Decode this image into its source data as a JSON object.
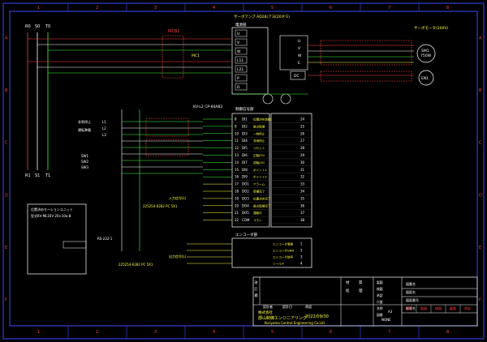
{
  "frame": {
    "cols": [
      "1",
      "2",
      "3",
      "4",
      "5",
      "6",
      "7",
      "8"
    ],
    "rows": [
      "A",
      "B",
      "C",
      "D",
      "E",
      "F"
    ]
  },
  "power": {
    "lines": [
      "R0",
      "S0",
      "T0"
    ],
    "lines_bottom": [
      "R1",
      "S1",
      "T1"
    ]
  },
  "servo_amp": {
    "title": "サーボアンプ AD28(アヨ(20ネ'E)",
    "block_label": "電源部",
    "pwr_terminals": [
      "U",
      "V",
      "W",
      "L11",
      "L21",
      "P",
      "D"
    ],
    "motor_terminals": [
      "U",
      "V",
      "W",
      "E"
    ],
    "control_block": "制御信号部",
    "io_pins": [
      {
        "pin": "8",
        "sig": "DI1",
        "fn": "位置決め始動",
        "code": "24"
      },
      {
        "pin": "9",
        "sig": "DI2",
        "fn": "原点復帰",
        "code": "25"
      },
      {
        "pin": "10",
        "sig": "DI3",
        "fn": "一時停止",
        "code": "26"
      },
      {
        "pin": "11",
        "sig": "DI4",
        "fn": "非常停止",
        "code": "27"
      },
      {
        "pin": "12",
        "sig": "DI5",
        "fn": "リセット",
        "code": "28"
      },
      {
        "pin": "13",
        "sig": "DI6",
        "fn": "正転JOG",
        "code": "29"
      },
      {
        "pin": "14",
        "sig": "DI7",
        "fn": "逆転JOG",
        "code": "30"
      },
      {
        "pin": "15",
        "sig": "DI8",
        "fn": "ポイント1",
        "code": "31"
      },
      {
        "pin": "16",
        "sig": "DI9",
        "fn": "ポイント2",
        "code": "32"
      },
      {
        "pin": "17",
        "sig": "DO1",
        "fn": "アラーム",
        "code": "33"
      },
      {
        "pin": "18",
        "sig": "DO2",
        "fn": "準備完了",
        "code": "34"
      },
      {
        "pin": "19",
        "sig": "DO3",
        "fn": "位置決め完了",
        "code": "35"
      },
      {
        "pin": "20",
        "sig": "DO4",
        "fn": "原点復帰完了",
        "code": "36"
      },
      {
        "pin": "21",
        "sig": "DO5",
        "fn": "運転中",
        "code": "37"
      },
      {
        "pin": "22",
        "sig": "COM",
        "fn": "コモン",
        "code": "38"
      }
    ],
    "encoder_block": "エンコーダ部",
    "enc_pins": [
      "1",
      "2",
      "3",
      "4"
    ],
    "enc_fn": [
      "エンコーダ電源",
      "エンコーダGND",
      "エンコーダ信号",
      "シールド"
    ]
  },
  "motor": {
    "label": "サーボモータ(200V)",
    "name1": "SM1",
    "rating": "750W",
    "name2": "EN1"
  },
  "regen": {
    "label": "DC"
  },
  "labels": {
    "mcb": "MCB1",
    "relay": "MC1",
    "cable1": "KV-L2 CP-64AB2",
    "left_box_title": "位置決めモーションユニット",
    "left_box_sub": "型式KV-ML16V 20×10a-B",
    "ctrl_note": "225254-6282 PC 5X1",
    "ctrl_note2": "225254-6282 PC 5X1",
    "switch1": "非常停止",
    "switch2": "運転準備",
    "l_labels": [
      "L1",
      "L2",
      "L3"
    ],
    "motion_model": "RS-232-1",
    "sw_bank": [
      "SW1",
      "SW2",
      "SW3"
    ],
    "ref_label1": "入力信号(L)",
    "ref_label2": "出力信号(L)"
  },
  "title_block": {
    "rev_header": [
      "改",
      "訂",
      "欄"
    ],
    "fields": [
      "材",
      "質",
      "処",
      "理"
    ],
    "labels": [
      "製図",
      "検図",
      "承認",
      "尺度",
      "名称",
      "図番"
    ],
    "date_label": "設計日",
    "designer_label": "設計者",
    "checker_label": "承認",
    "company_line1": "株式会社",
    "company_jp": "郡山制御エンジニアリング",
    "company_en": "Koriyama Control Engineering Co.Ltd",
    "date": "2022/09/30",
    "right_labels": [
      "図番名",
      "図面名",
      "図面番号",
      "顧客名"
    ],
    "bottom_labels": [
      "設計",
      "製図",
      "検図",
      "審査",
      "承認"
    ],
    "scale": "NONE",
    "size": "A3"
  }
}
